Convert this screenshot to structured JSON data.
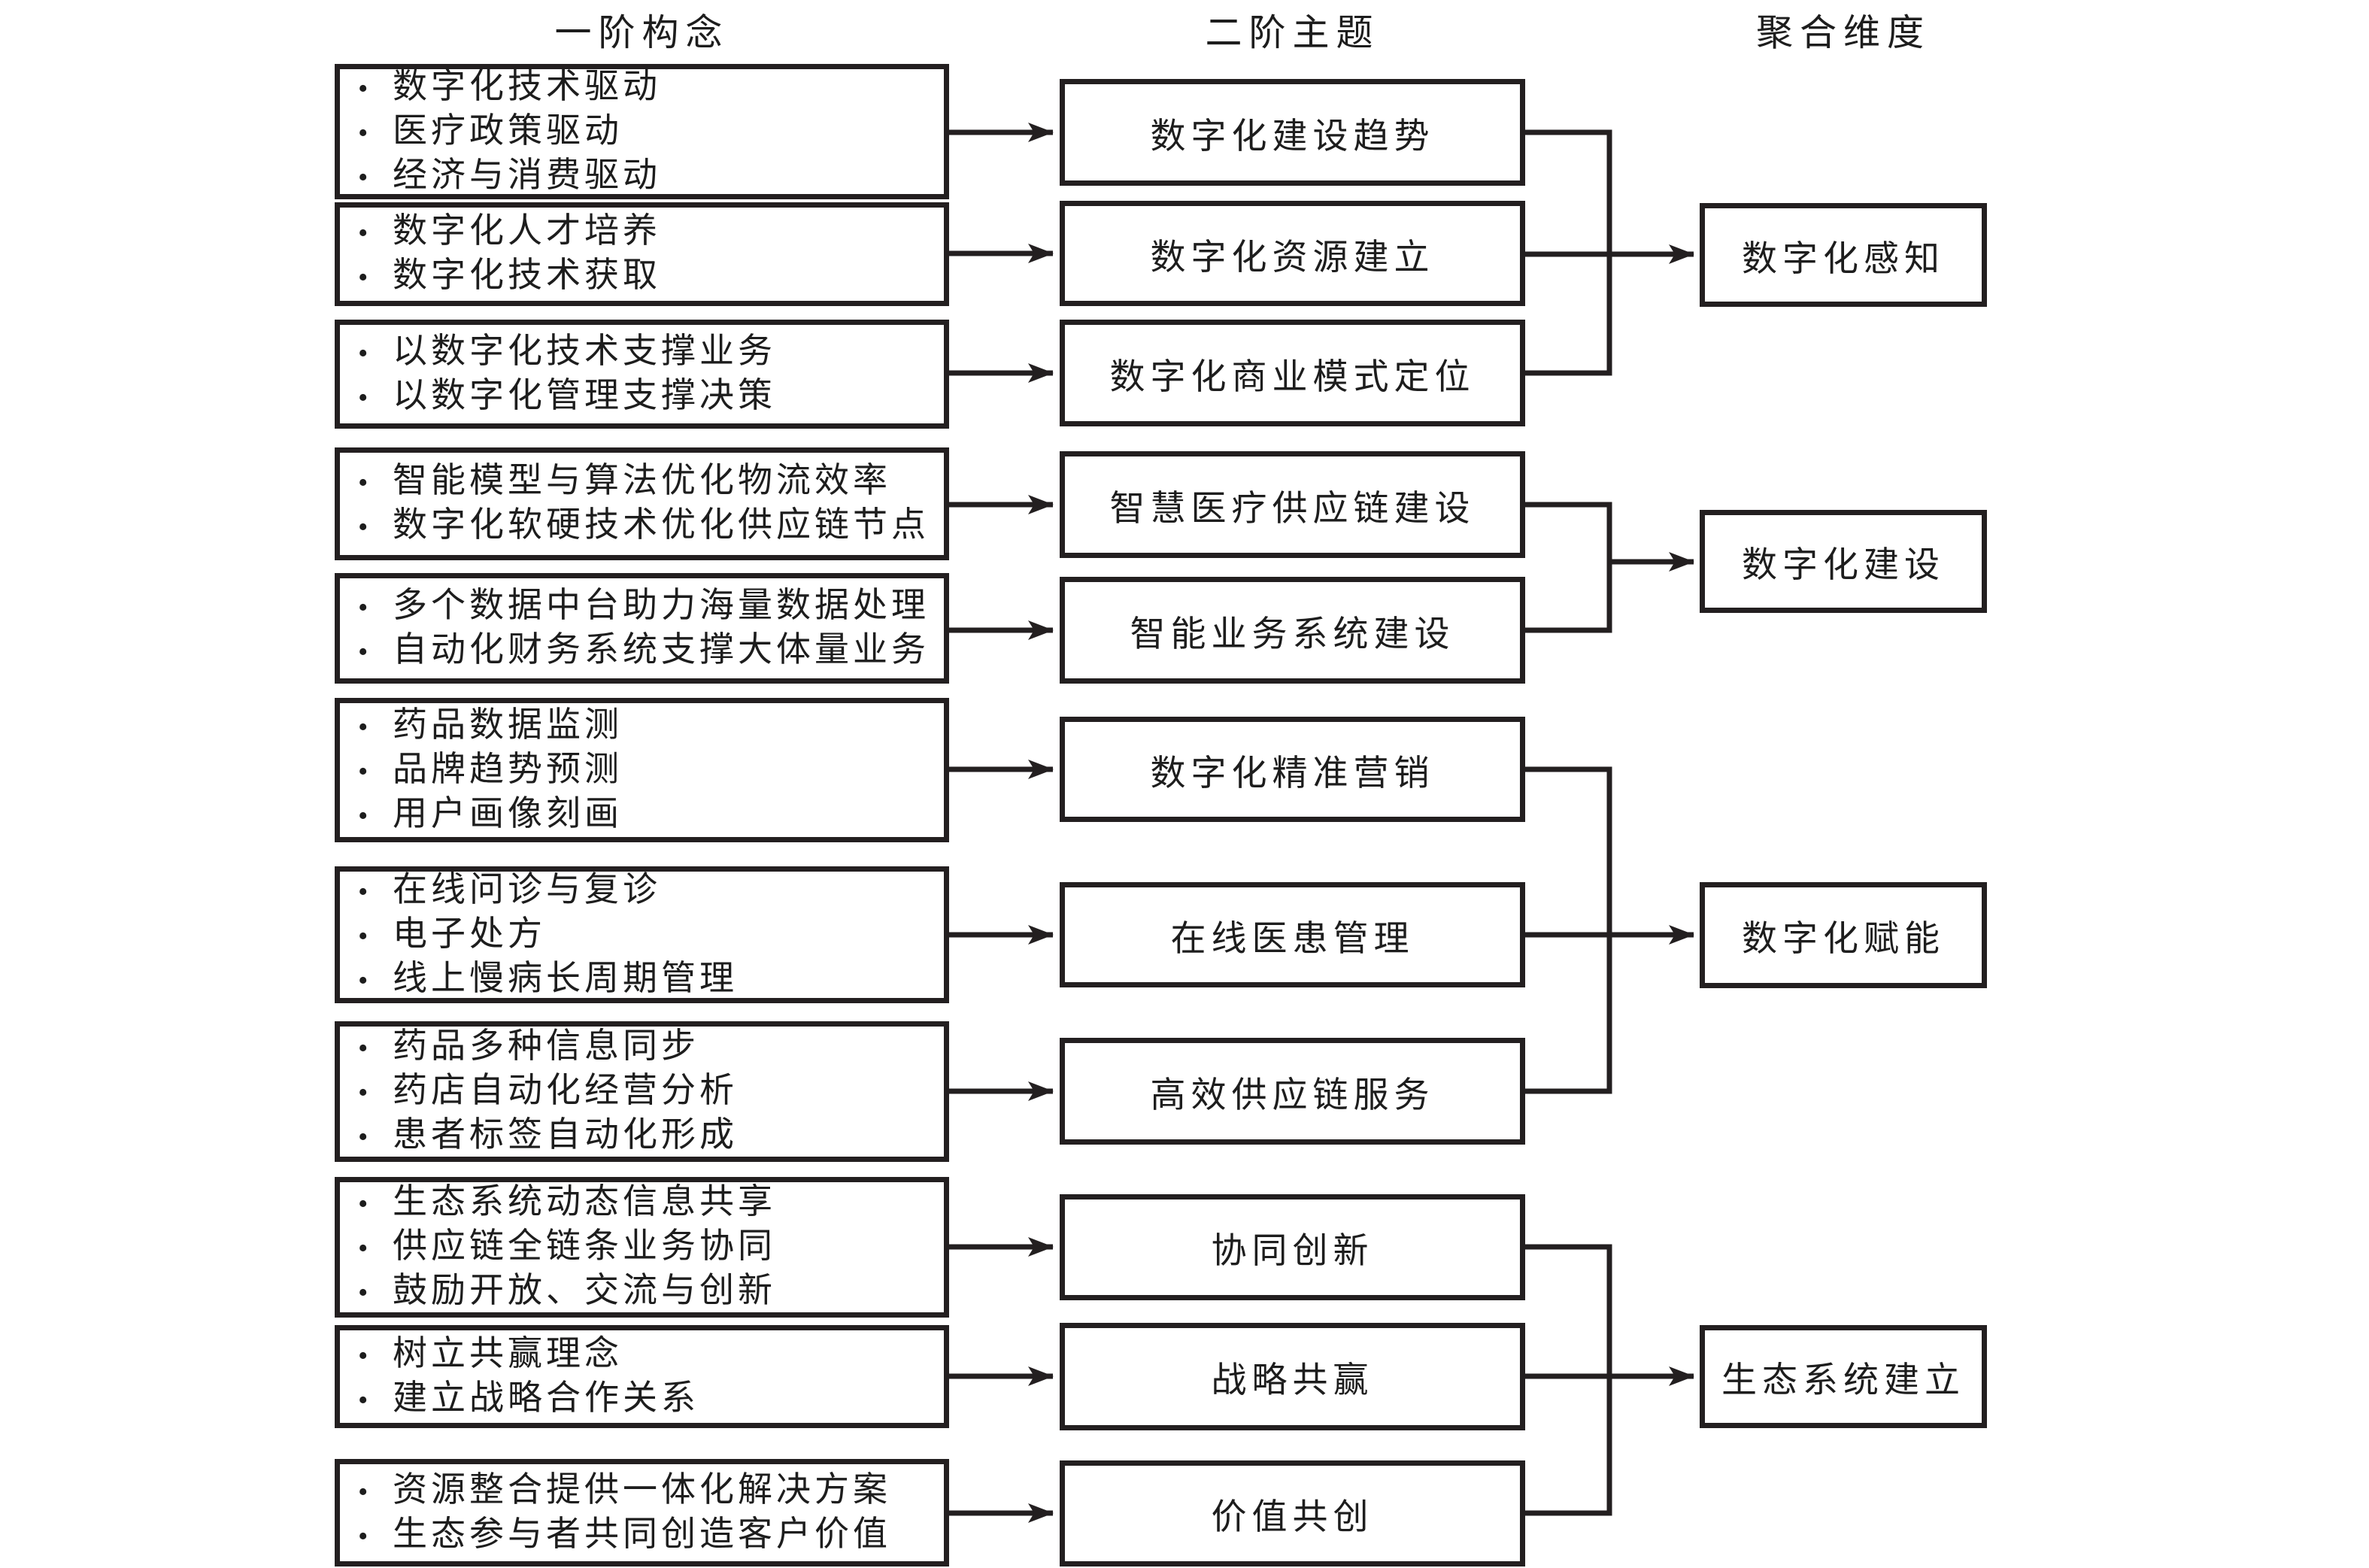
{
  "headers": {
    "first_order": "一阶构念",
    "second_order": "二阶主题",
    "aggregate": "聚合维度"
  },
  "bullet_char": "•",
  "left_boxes": [
    {
      "items": [
        "数字化技术驱动",
        "医疗政策驱动",
        "经济与消费驱动"
      ]
    },
    {
      "items": [
        "数字化人才培养",
        "数字化技术获取"
      ]
    },
    {
      "items": [
        "以数字化技术支撑业务",
        "以数字化管理支撑决策"
      ]
    },
    {
      "items": [
        "智能模型与算法优化物流效率",
        "数字化软硬技术优化供应链节点"
      ]
    },
    {
      "items": [
        "多个数据中台助力海量数据处理",
        "自动化财务系统支撑大体量业务"
      ]
    },
    {
      "items": [
        "药品数据监测",
        "品牌趋势预测",
        "用户画像刻画"
      ]
    },
    {
      "items": [
        "在线问诊与复诊",
        "电子处方",
        "线上慢病长周期管理"
      ]
    },
    {
      "items": [
        "药品多种信息同步",
        "药店自动化经营分析",
        "患者标签自动化形成"
      ]
    },
    {
      "items": [
        "生态系统动态信息共享",
        "供应链全链条业务协同",
        "鼓励开放、交流与创新"
      ]
    },
    {
      "items": [
        "树立共赢理念",
        "建立战略合作关系"
      ]
    },
    {
      "items": [
        "资源整合提供一体化解决方案",
        "生态参与者共同创造客户价值"
      ]
    }
  ],
  "theme_boxes": [
    "数字化建设趋势",
    "数字化资源建立",
    "数字化商业模式定位",
    "智慧医疗供应链建设",
    "智能业务系统建设",
    "数字化精准营销",
    "在线医患管理",
    "高效供应链服务",
    "协同创新",
    "战略共赢",
    "价值共创"
  ],
  "dimension_boxes": [
    "数字化感知",
    "数字化建设",
    "数字化赋能",
    "生态系统建立"
  ],
  "colors": {
    "line": "#231f20",
    "text": "#1d1d1d",
    "background": "#ffffff"
  }
}
